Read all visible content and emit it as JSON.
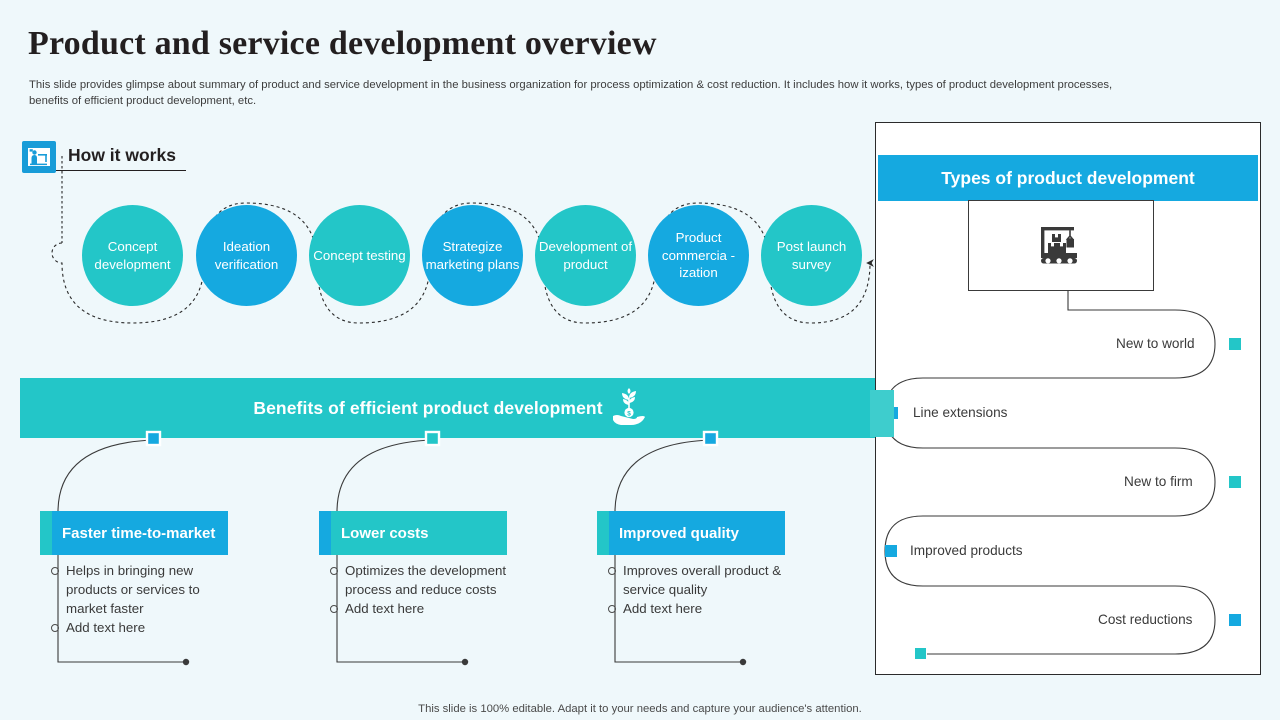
{
  "colors": {
    "background": "#eff8fb",
    "teal": "#23c6c8",
    "blue": "#15a9e0",
    "dark": "#231f20",
    "panel_white": "#ffffff"
  },
  "header": {
    "title": "Product and service development overview",
    "subtitle": "This slide provides glimpse about summary of product and service development in the business organization for process optimization & cost reduction. It includes how it works, types of product development processes, benefits of efficient product development, etc."
  },
  "how_it_works": {
    "label": "How it works",
    "icon": "person-at-desk-icon",
    "steps": [
      {
        "label": "Concept development",
        "color": "#23c6c8"
      },
      {
        "label": "Ideation verification",
        "color": "#15a9e0"
      },
      {
        "label": "Concept testing",
        "color": "#23c6c8"
      },
      {
        "label": "Strategize marketing plans",
        "color": "#15a9e0"
      },
      {
        "label": "Development of product",
        "color": "#23c6c8"
      },
      {
        "label": "Product commercia -ization",
        "color": "#15a9e0"
      },
      {
        "label": "Post launch survey",
        "color": "#23c6c8"
      }
    ]
  },
  "benefits": {
    "banner_title": "Benefits of efficient product development",
    "banner_icon": "hand-holding-plant-money-icon",
    "cards": [
      {
        "title": "Faster time-to-market",
        "header_color": "#15a9e0",
        "accent_color": "#23c6c8",
        "items": [
          "Helps in bringing new products or services to market faster",
          "Add text here"
        ]
      },
      {
        "title": "Lower costs",
        "header_color": "#23c6c8",
        "accent_color": "#15a9e0",
        "items": [
          "Optimizes the development process and reduce costs",
          "Add text here"
        ]
      },
      {
        "title": "Improved quality",
        "header_color": "#15a9e0",
        "accent_color": "#23c6c8",
        "items": [
          "Improves overall product & service quality",
          "Add text here"
        ]
      }
    ]
  },
  "types_panel": {
    "title": "Types of product development",
    "icon": "crane-conveyor-boxes-icon",
    "items": [
      {
        "label": "New to world",
        "marker_color": "#23c6c8",
        "align": "right"
      },
      {
        "label": "Line extensions",
        "marker_color": "#15a9e0",
        "align": "left"
      },
      {
        "label": "New to firm",
        "marker_color": "#23c6c8",
        "align": "right"
      },
      {
        "label": "Improved products",
        "marker_color": "#15a9e0",
        "align": "left"
      },
      {
        "label": "Cost reductions",
        "marker_color": "#15a9e0",
        "align": "right"
      }
    ]
  },
  "footer": {
    "note": "This slide is 100% editable. Adapt it to your needs and capture your audience's attention."
  }
}
